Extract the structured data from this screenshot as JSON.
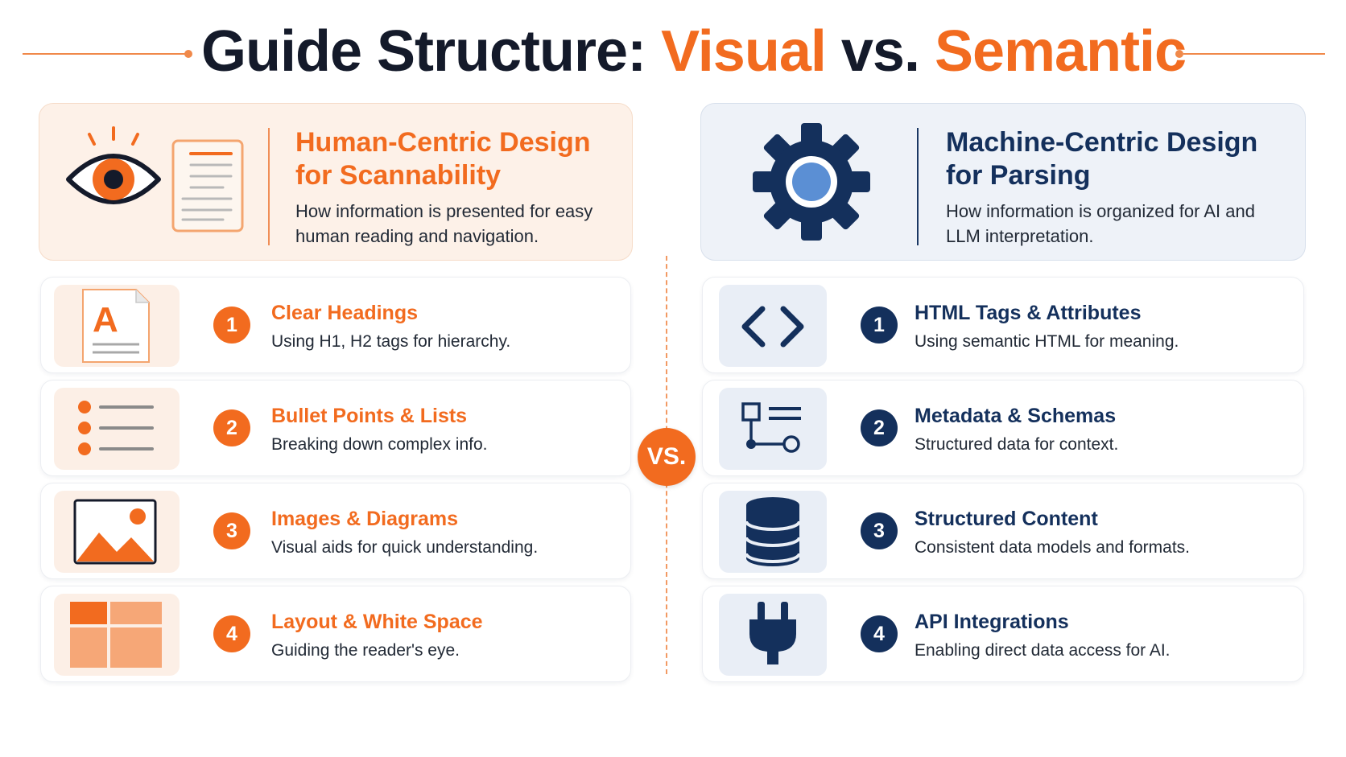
{
  "title": {
    "prefix": "Guide Structure: ",
    "accent1": "Visual",
    "middle": " vs. ",
    "accent2": "Semantic"
  },
  "human_panel": {
    "title": "Human-Centric Design for Scannability",
    "description": "How information is presented for easy human reading and navigation."
  },
  "machine_panel": {
    "title": "Machine-Centric Design for Parsing",
    "description": "How information is organized for AI and LLM interpretation."
  },
  "vs_label": "VS.",
  "human_items": [
    {
      "number": "1",
      "title": "Clear Headings",
      "description": "Using H1, H2 tags for hierarchy.",
      "icon": "document-heading-icon",
      "icon_letter": "A"
    },
    {
      "number": "2",
      "title": "Bullet Points & Lists",
      "description": "Breaking down complex info.",
      "icon": "bullet-list-icon"
    },
    {
      "number": "3",
      "title": "Images & Diagrams",
      "description": "Visual aids for quick understanding.",
      "icon": "image-icon"
    },
    {
      "number": "4",
      "title": "Layout & White Space",
      "description": "Guiding the reader's eye.",
      "icon": "layout-grid-icon"
    }
  ],
  "machine_items": [
    {
      "number": "1",
      "title": "HTML Tags & Attributes",
      "description": "Using semantic HTML for meaning.",
      "icon": "code-brackets-icon"
    },
    {
      "number": "2",
      "title": "Metadata & Schemas",
      "description": "Structured data for context.",
      "icon": "schema-icon"
    },
    {
      "number": "3",
      "title": "Structured Content",
      "description": "Consistent data models and formats.",
      "icon": "database-icon"
    },
    {
      "number": "4",
      "title": "API Integrations",
      "description": "Enabling direct data access for AI.",
      "icon": "plug-icon"
    }
  ],
  "colors": {
    "human_accent": "#f26b1f",
    "machine_accent": "#14305c",
    "title_dark": "#141a2a"
  }
}
